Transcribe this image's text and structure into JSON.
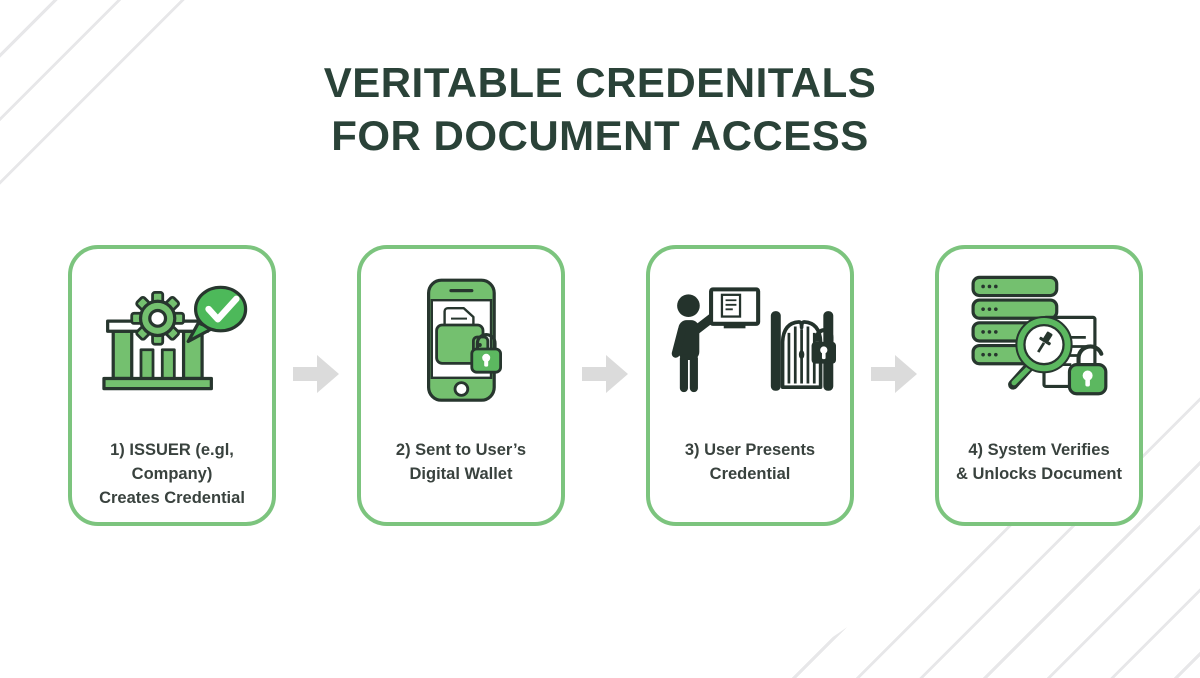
{
  "title": {
    "line1": "VERITABLE CREDENITALS",
    "line2": "FOR DOCUMENT ACCESS"
  },
  "steps": [
    {
      "icon": "issuer-building-check-icon",
      "line1": "1) ISSUER (e.gl, Company)",
      "line2": "Creates Credential"
    },
    {
      "icon": "phone-wallet-lock-icon",
      "line1": "2) Sent to User’s",
      "line2": "Digital Wallet"
    },
    {
      "icon": "user-gate-credential-icon",
      "line1": "3) User Presents",
      "line2": "Credential"
    },
    {
      "icon": "server-verify-unlock-icon",
      "line1": "4) System Verifies",
      "line2": "& Unlocks Document"
    }
  ],
  "colors": {
    "card_border": "#7cc47e",
    "icon_green": "#74c06f",
    "accent_green": "#4db95a",
    "lock_green": "#5cb860",
    "outline_ink": "#27362e",
    "title_text": "#2a4238",
    "label_text": "#39423e",
    "arrow_gray": "#dbdbdb",
    "stripe_gray": "#e7e7e9"
  }
}
